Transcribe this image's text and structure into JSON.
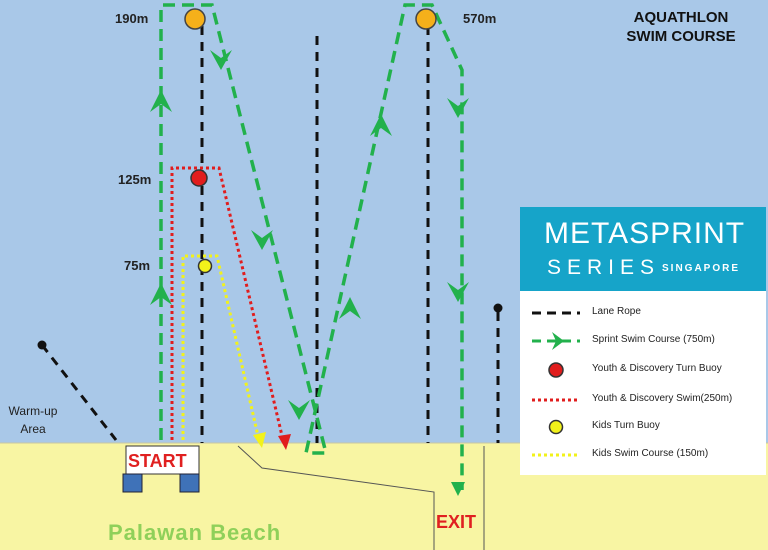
{
  "title": {
    "line1": "AQUATHLON",
    "line2": "SWIM COURSE"
  },
  "distances": {
    "d190": "190m",
    "d125": "125m",
    "d75": "75m",
    "d570": "570m"
  },
  "labels": {
    "warmup_line1": "Warm-up",
    "warmup_line2": "Area",
    "start": "START",
    "exit": "EXIT",
    "beach": "Palawan Beach"
  },
  "brand": {
    "main": "METASPRINT",
    "series": "SERIES",
    "country": "SINGAPORE"
  },
  "legend": [
    {
      "symbol": "lane-rope",
      "label": "Lane Rope"
    },
    {
      "symbol": "sprint-course",
      "label": "Sprint Swim Course (750m)"
    },
    {
      "symbol": "red-buoy",
      "label": "Youth & Discovery Turn Buoy"
    },
    {
      "symbol": "red-dotted",
      "label": "Youth & Discovery Swim(250m)"
    },
    {
      "symbol": "yellow-buoy",
      "label": "Kids Turn Buoy"
    },
    {
      "symbol": "yellow-dotted",
      "label": "Kids Swim Course (150m)"
    }
  ],
  "colors": {
    "water": "#a9c8e8",
    "sand": "#f8f5a3",
    "sprint_green": "#22b14c",
    "youth_red": "#e11d1d",
    "kids_yellow": "#f2f21a",
    "buoy_orange": "#f5b01a",
    "brand_blue": "#16a4c9",
    "label_red": "#e02020",
    "beach_green": "#8fd05a"
  }
}
